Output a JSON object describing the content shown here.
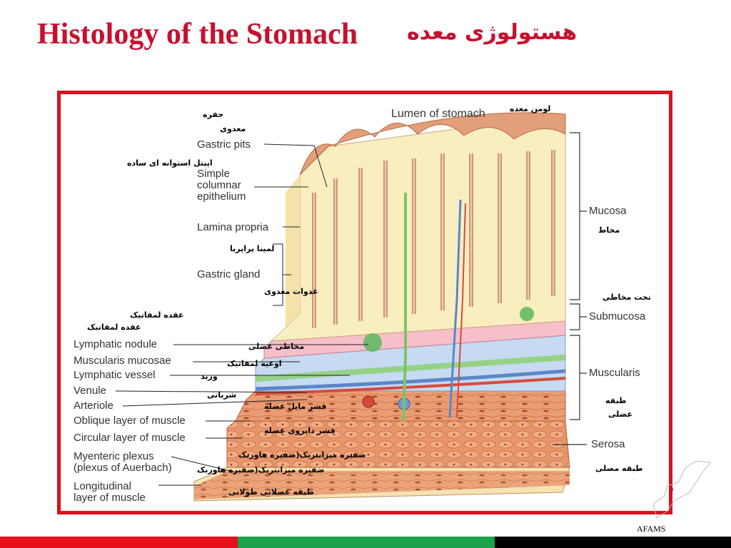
{
  "title": {
    "en": "Histology of the Stomach",
    "fa": "هستولوژی معده"
  },
  "labels_left": {
    "gastric_pits": "Gastric pits",
    "simple_columnar": "Simple\ncolumnar\nepithelium",
    "lamina_propria": "Lamina propria",
    "gastric_gland": "Gastric gland",
    "lymphatic_nodule": "Lymphatic nodule",
    "muscularis_mucosae": "Muscularis mucosae",
    "lymphatic_vessel": "Lymphatic vessel",
    "venule": "Venule",
    "arteriole": "Arteriole",
    "oblique": "Oblique layer of muscle",
    "circular": "Circular layer of muscle",
    "myenteric": "Myenteric plexus\n(plexus of Auerbach)",
    "longitudinal": "Longitudinal\nlayer of muscle"
  },
  "labels_right": {
    "lumen": "Lumen of stomach",
    "mucosa": "Mucosa",
    "submucosa": "Submucosa",
    "muscularis": "Muscularis",
    "serosa": "Serosa"
  },
  "persian": {
    "lumen": "لومن معده",
    "pits1": "حفره",
    "pits2": "معدوی",
    "epithelium": "اپیتل استوانه ای ساده",
    "lamina": "لمینا پراپریا",
    "gland": "غدوات معدوی",
    "nodule1": "عقده لمفاتیک",
    "nodule2": "عقده لمفاتیک",
    "musc_mucosae": "مخاطی عضلی",
    "lymph_vessel": "اوعیه لمفاتیک",
    "venule": "ورید",
    "arteriole": "شریانی",
    "oblique": "قشر مایل عضله",
    "circular": "قشر دایروی عضله",
    "myenteric1": "ضفیره میزانتریک(ضفیره هاوربک",
    "myenteric2": "ضفیره میزانتریک(ضفیره هاوربک",
    "longitudinal": "طبقه عضلاتی طولانی",
    "mucosa": "مخاط",
    "submucosa": "تحت مخاطی",
    "muscularis1": "طبقه",
    "muscularis2": "عضلی",
    "serosa": "طبقه مصلی"
  },
  "footer": {
    "text": "AFAMS",
    "colors": [
      "#e8101a",
      "#1aa34a",
      "#000000"
    ]
  },
  "colors": {
    "title": "#c8102e",
    "frame": "#d8121e"
  }
}
